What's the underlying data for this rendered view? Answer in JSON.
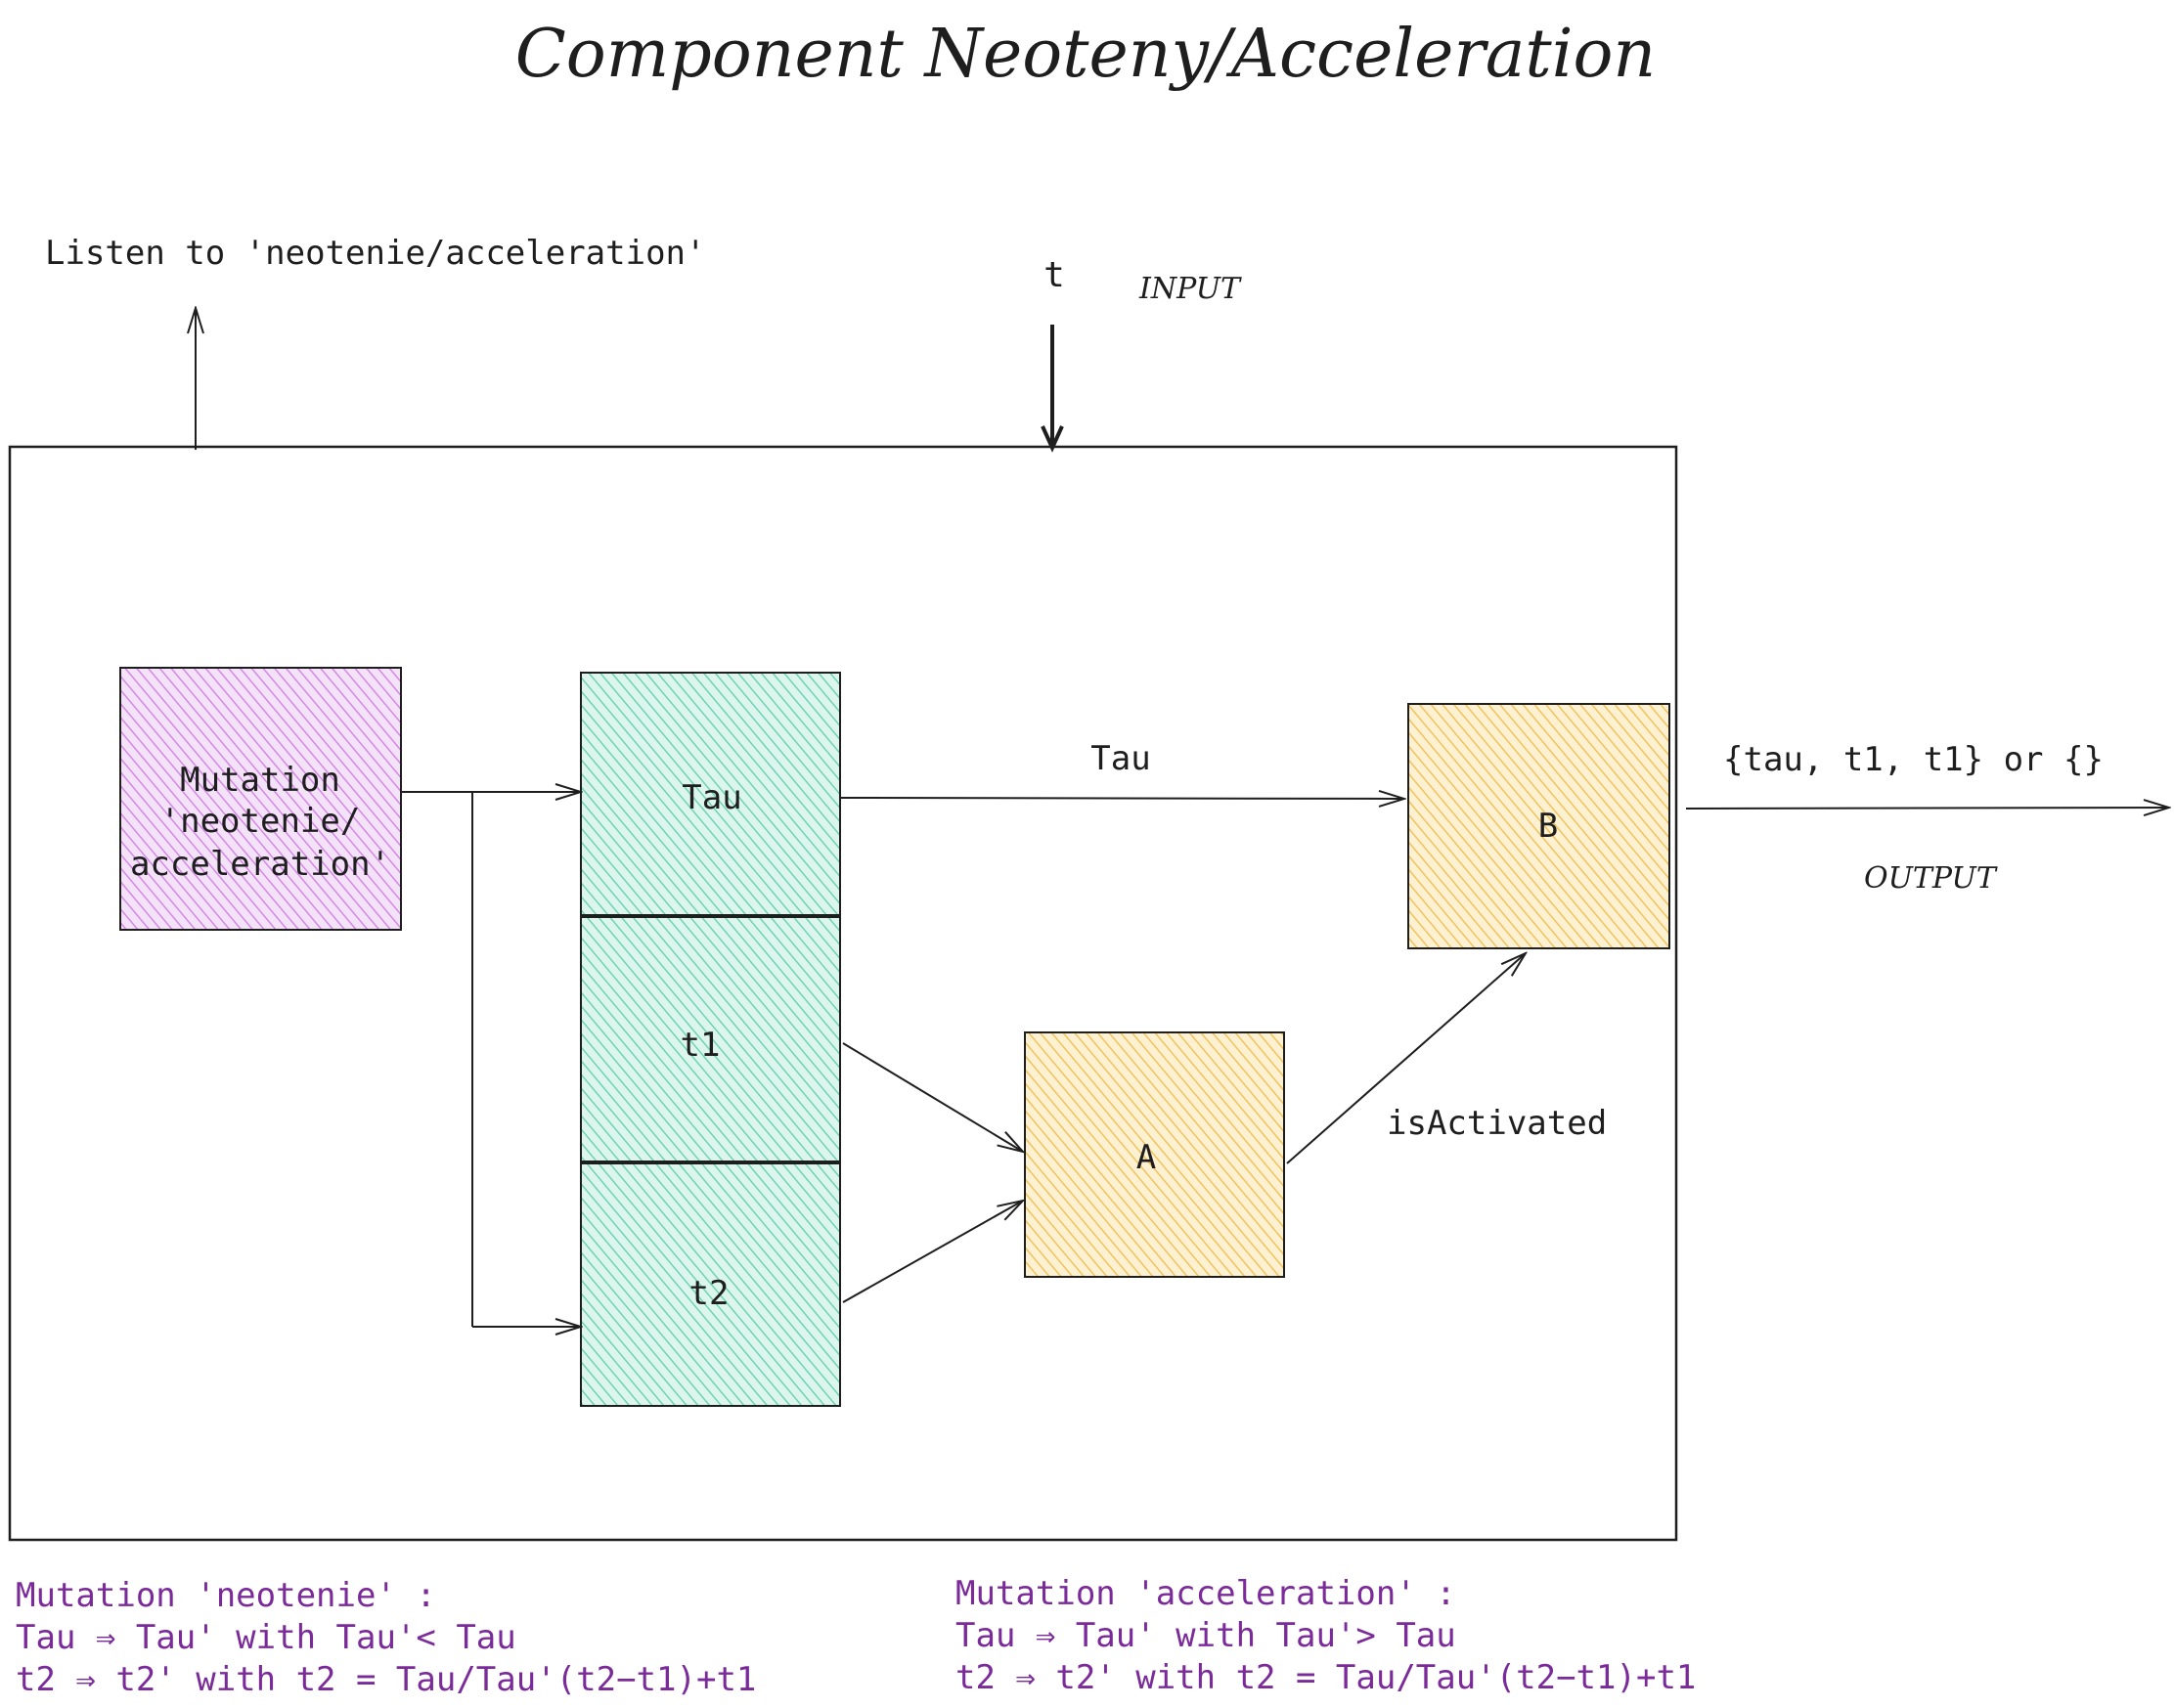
{
  "title": "Component Neoteny/Acceleration",
  "listen_label": "Listen to 'neotenie/acceleration'",
  "input": {
    "symbol": "t",
    "label": "INPUT"
  },
  "output": {
    "value": "{tau, t1, t1} or {}",
    "label": "OUTPUT"
  },
  "nodes": {
    "mutation": {
      "lines": [
        "Mutation",
        "'neotenie/",
        "acceleration'"
      ],
      "color": "#e6b3f0"
    },
    "tau": {
      "label": "Tau",
      "color": "#9fe3cf"
    },
    "t1": {
      "label": "t1",
      "color": "#9fe3cf"
    },
    "t2": {
      "label": "t2",
      "color": "#9fe3cf"
    },
    "a": {
      "label": "A",
      "color": "#f7d98a"
    },
    "b": {
      "label": "B",
      "color": "#f7d98a"
    }
  },
  "edge_labels": {
    "tau_to_b": "Tau",
    "a_to_b": "isActivated"
  },
  "notes": {
    "neotenie": {
      "heading": "Mutation 'neotenie' :",
      "line1": "Tau ⇒ Tau' with Tau'< Tau",
      "line2": "t2 ⇒ t2' with t2 = Tau/Tau'(t2−t1)+t1"
    },
    "acceleration": {
      "heading": "Mutation 'acceleration' :",
      "line1": "Tau ⇒ Tau' with Tau'> Tau",
      "line2": "t2 ⇒ t2' with t2 = Tau/Tau'(t2−t1)+t1"
    },
    "color": "#7b2a9a"
  }
}
